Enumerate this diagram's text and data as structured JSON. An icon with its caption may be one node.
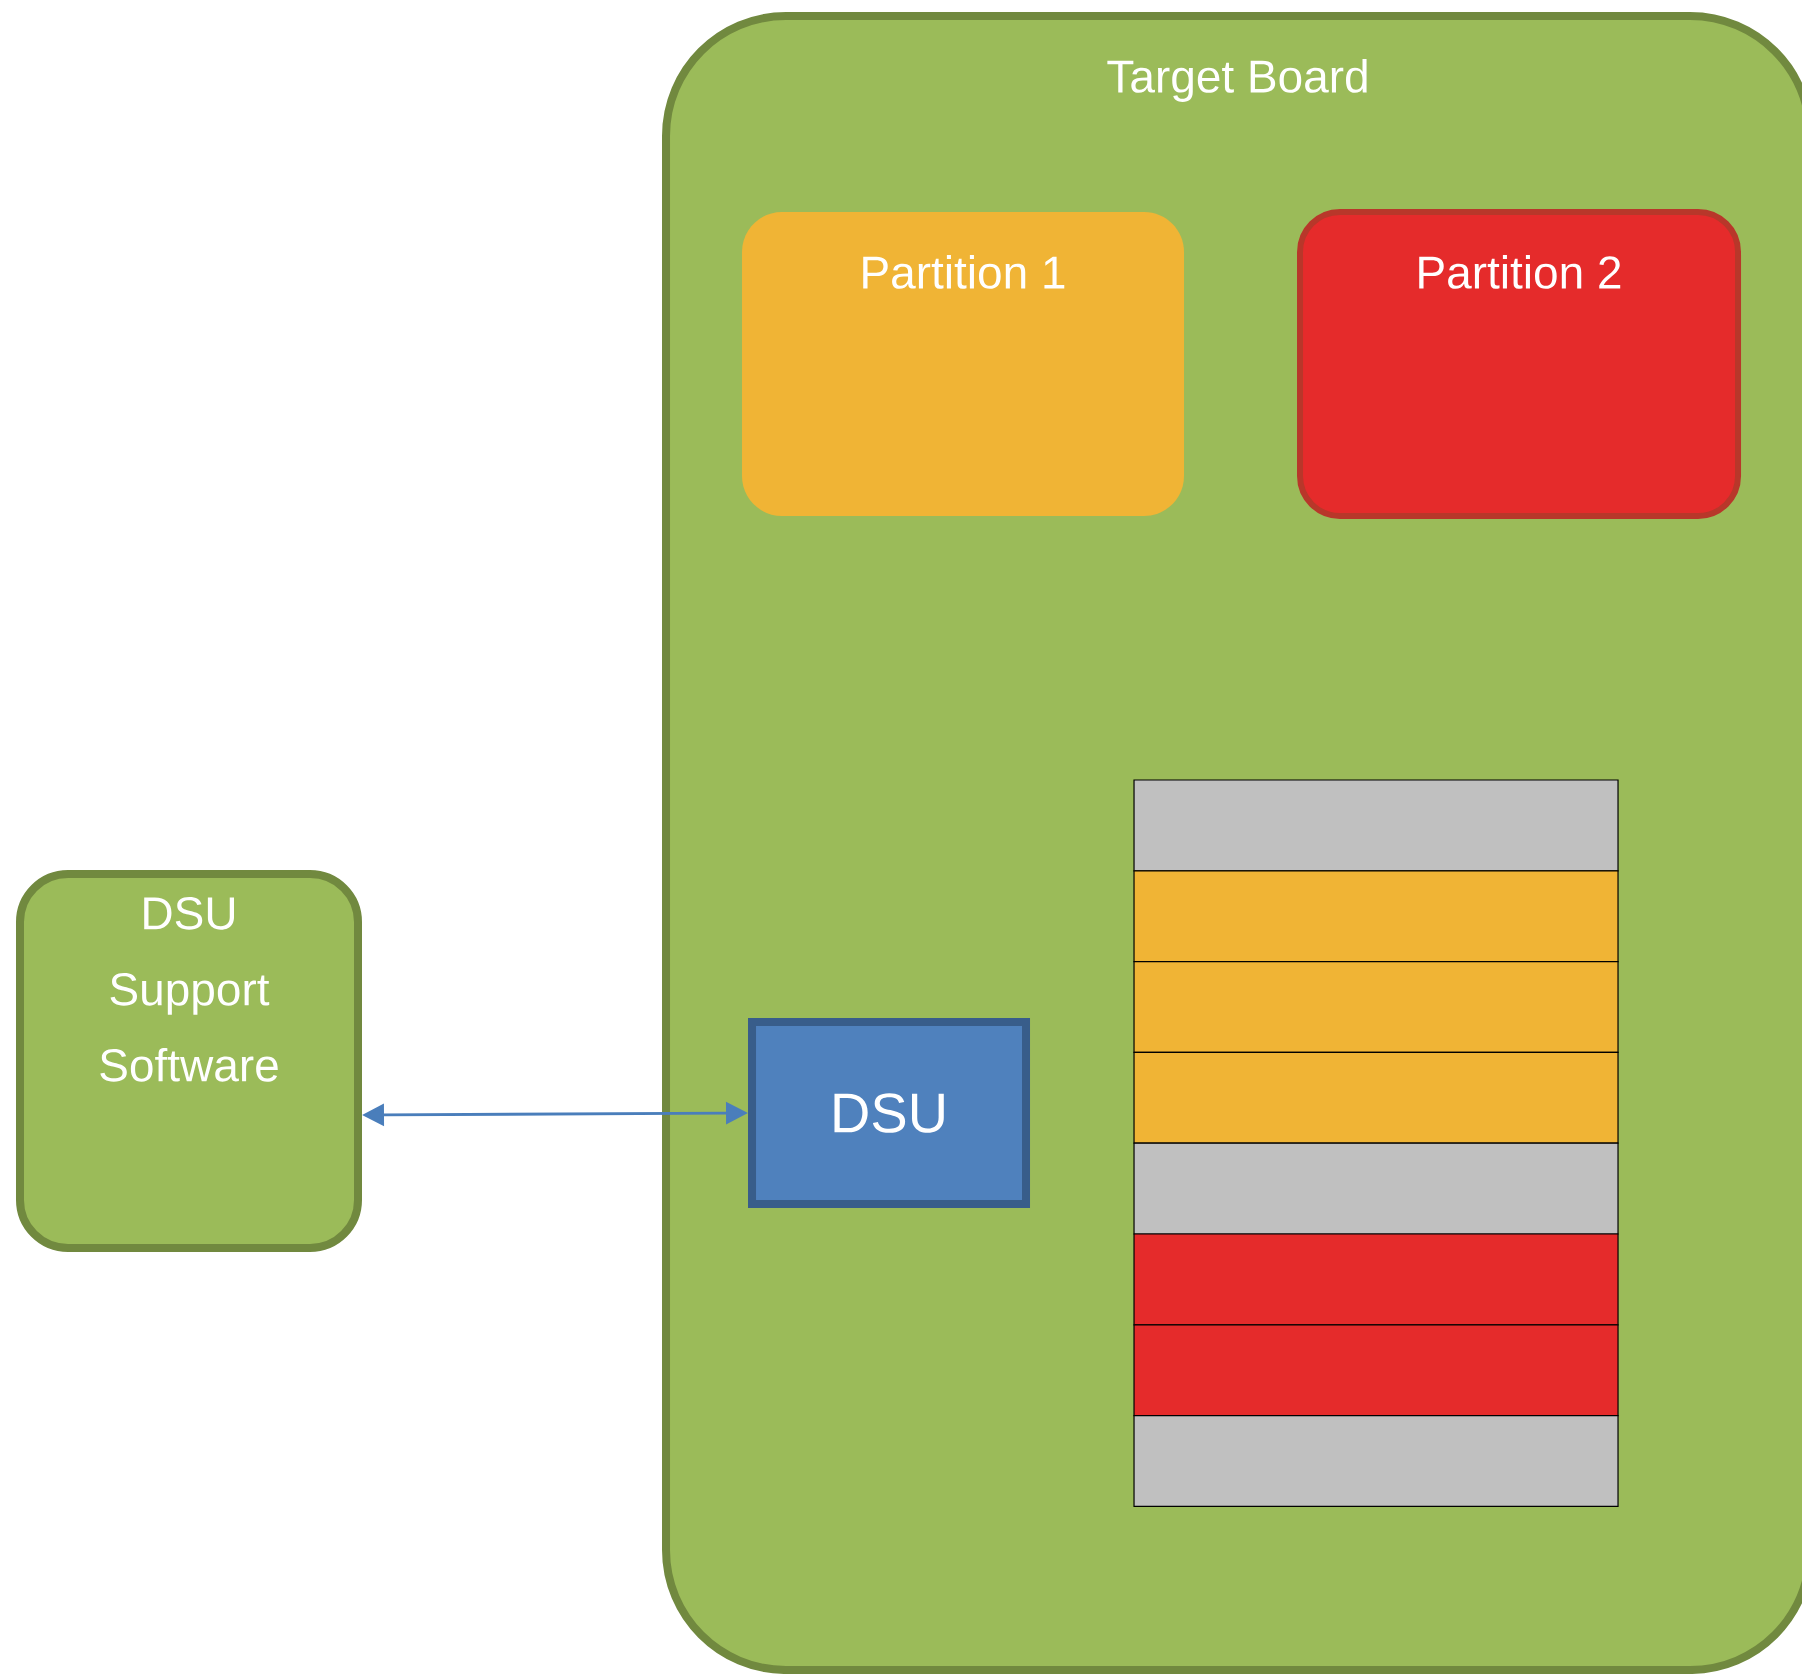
{
  "diagram": {
    "nodes": [
      {
        "text": [
          "Target Board"
        ]
      },
      {
        "text": [
          "Partition 1"
        ],
        "in": 0
      },
      {
        "text": [
          "Partition 2"
        ],
        "in": 0
      },
      {
        "text": [],
        "shape": "bar",
        "in": 0
      },
      {
        "text": [],
        "shape": "bar",
        "in": 0
      },
      {
        "text": [],
        "shape": "bar",
        "in": 0
      },
      {
        "text": [],
        "shape": "bar",
        "in": 0
      },
      {
        "text": [],
        "shape": "bar",
        "in": 0
      },
      {
        "text": [],
        "shape": "bar",
        "in": 0
      },
      {
        "text": [],
        "shape": "bar",
        "in": 0
      },
      {
        "text": [],
        "shape": "bar",
        "in": 0
      },
      {
        "text": [
          "DSU Support Software"
        ]
      },
      {
        "text": [
          "DSU"
        ],
        "in": 0
      }
    ],
    "edges": [
      {
        "from": 11,
        "to": 12,
        "arrow": "both"
      }
    ]
  }
}
